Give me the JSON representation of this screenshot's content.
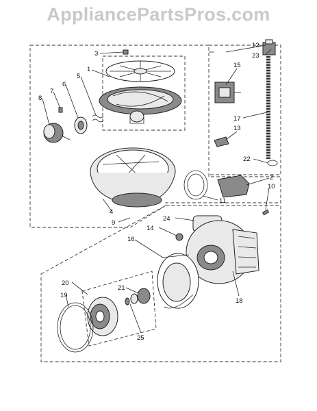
{
  "watermark": "AppliancePartsPros.com",
  "labels": {
    "l1": "1",
    "l2": "2",
    "l3": "3",
    "l4": "4",
    "l5": "5",
    "l6": "6",
    "l7": "7",
    "l8": "8",
    "l9": "9",
    "l10": "10",
    "l11": "11",
    "l12": "12",
    "l13": "13",
    "l14": "14",
    "l15": "15",
    "l16": "16",
    "l17": "17",
    "l18": "18",
    "l19": "19",
    "l20": "20",
    "l21": "21",
    "l22": "22",
    "l23": "23",
    "l24": "24",
    "l25": "25"
  }
}
